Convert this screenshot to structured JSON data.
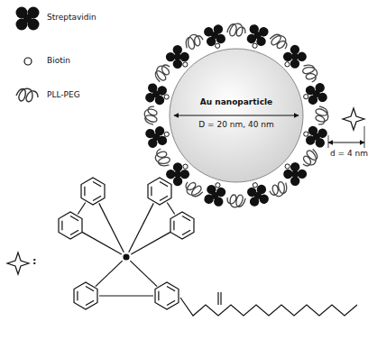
{
  "diagram": {
    "nodes": [
      {
        "text": [
          "Au nanoparticle",
          "D = 20 nm, 40 nm"
        ]
      }
    ],
    "labels": [
      "d = 4 nm",
      ":"
    ],
    "legend": [
      {
        "text": "Streptavidin"
      },
      {
        "text": "Biotin"
      },
      {
        "text": "PLL-PEG"
      }
    ]
  }
}
